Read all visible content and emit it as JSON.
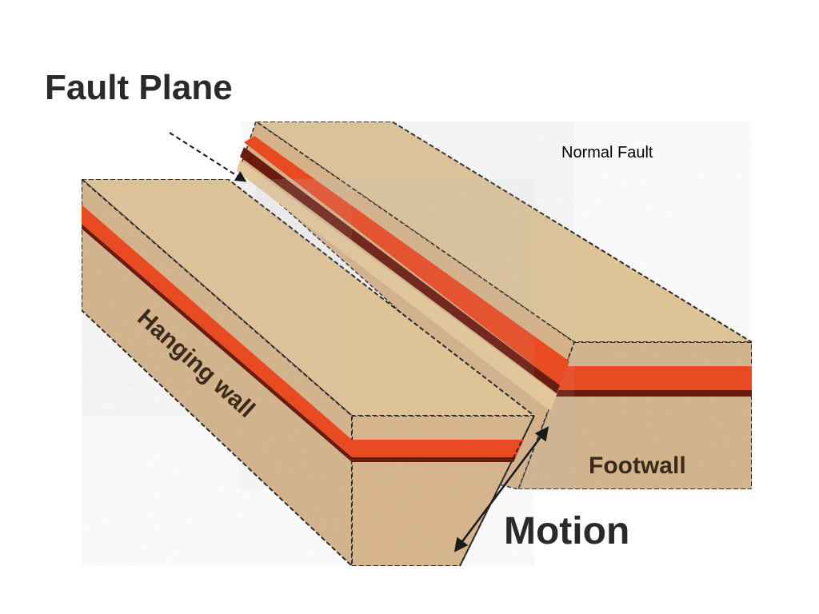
{
  "caption": "Normal Fault",
  "labels": {
    "fault_plane": "Fault Plane",
    "hanging_wall": "Hanging wall",
    "footwall": "Footwall",
    "motion": "Motion"
  },
  "colors": {
    "sand_top": "#e3c79a",
    "sand_side": "#d6b791",
    "red_layer": "#e84a22",
    "dark_layer": "#6b1a10",
    "outline": "#2a2a2a",
    "background": "#ffffff"
  }
}
